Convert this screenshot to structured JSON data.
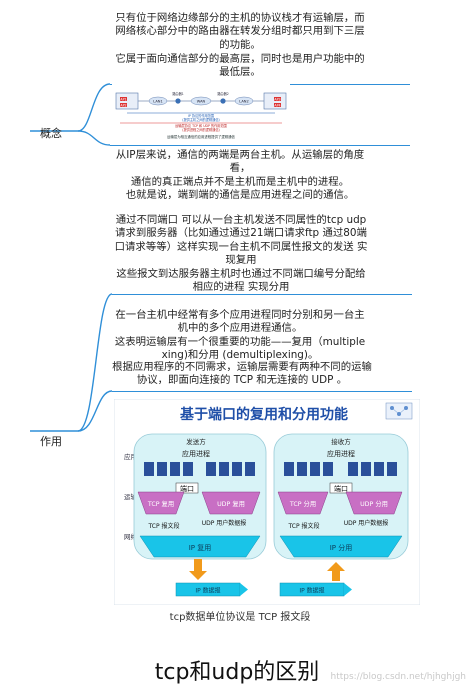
{
  "mindmap": {
    "branches": [
      {
        "label": "概念"
      },
      {
        "label": "作用"
      }
    ],
    "nodes": [
      {
        "text": "只有位于网络边缘部分的主机的协议栈才有运输层，而网络核心部分中的路由器在转发分组时都只用到下三层的功能。"
      },
      {
        "text": "它属于面向通信部分的最高层，同时也是用户功能中的最低层。"
      },
      {
        "text": "从IP层来说，通信的两端是两台主机。从运输层的角度看，"
      },
      {
        "text": "通信的真正端点并不是主机而是主机中的进程。"
      },
      {
        "text": "也就是说，端到端的通信是应用进程之间的通信。"
      },
      {
        "text": "通过不同端口 可以从一台主机发送不同属性的tcp udp请求到服务器（比如通过通过21端口请求ftp 通过80端口请求等等）这样实现一台主机不同属性报文的发送 实现复用"
      },
      {
        "text": "这些报文到达服务器主机时也通过不同端口编号分配给相应的进程 实现分用"
      },
      {
        "text": "在一台主机中经常有多个应用进程同时分别和另一台主机中的多个应用进程通信。"
      },
      {
        "text": "这表明运输层有一个很重要的功能——复用（multiplexing)和分用 (demultiplexing)。"
      },
      {
        "text": "根据应用程序的不同需求，运输层需要有两种不同的运输协议，即面向连接的 TCP 和无连接的 UDP 。"
      }
    ]
  },
  "network_diagram": {
    "node_labels": [
      "AP1",
      "AP2",
      "AP3",
      "AP4"
    ],
    "lan_labels": [
      "LAN1",
      "WAN",
      "LAN2"
    ],
    "router_labels": [
      "路由器1",
      "路由器2"
    ],
    "notes": [
      "IP 协议的作用范围",
      "(提供主机之间的逻辑通信)",
      "运输层协议 TCP 和 UDP 的作用范围",
      "(提供进程之间的逻辑通信)"
    ],
    "bottom_note": "运输层为相互通信的应用进程提供了逻辑通信"
  },
  "mux_figure": {
    "title": "基于端口的复用和分用功能",
    "sender": "发送方",
    "receiver": "接收方",
    "layers": [
      "应用层",
      "运输层",
      "网络层"
    ],
    "app_process": "应用进程",
    "port": "端口",
    "tcp_mux": "TCP 复用",
    "udp_mux": "UDP 复用",
    "tcp_demux": "TCP 分用",
    "udp_demux": "UDP 分用",
    "tcp_segment": "TCP 报文段",
    "udp_datagram": "UDP 用户数据报",
    "ip_mux": "IP 复用",
    "ip_demux": "IP 分用",
    "ip_datagram": "IP 数据报",
    "colors": {
      "title_blue": "#1f4fa8",
      "title_red": "#d32020",
      "panel_bg": "#d8f3f7",
      "tcp_box": "#c86fc4",
      "ip_box": "#19c4e8",
      "arrow_orange": "#f19a1b"
    }
  },
  "caption": "tcp数据单位协议是 TCP 报文段",
  "bottom_title": "tcp和udp的区别",
  "watermark": "https://blog.csdn.net/hjhghjgh"
}
